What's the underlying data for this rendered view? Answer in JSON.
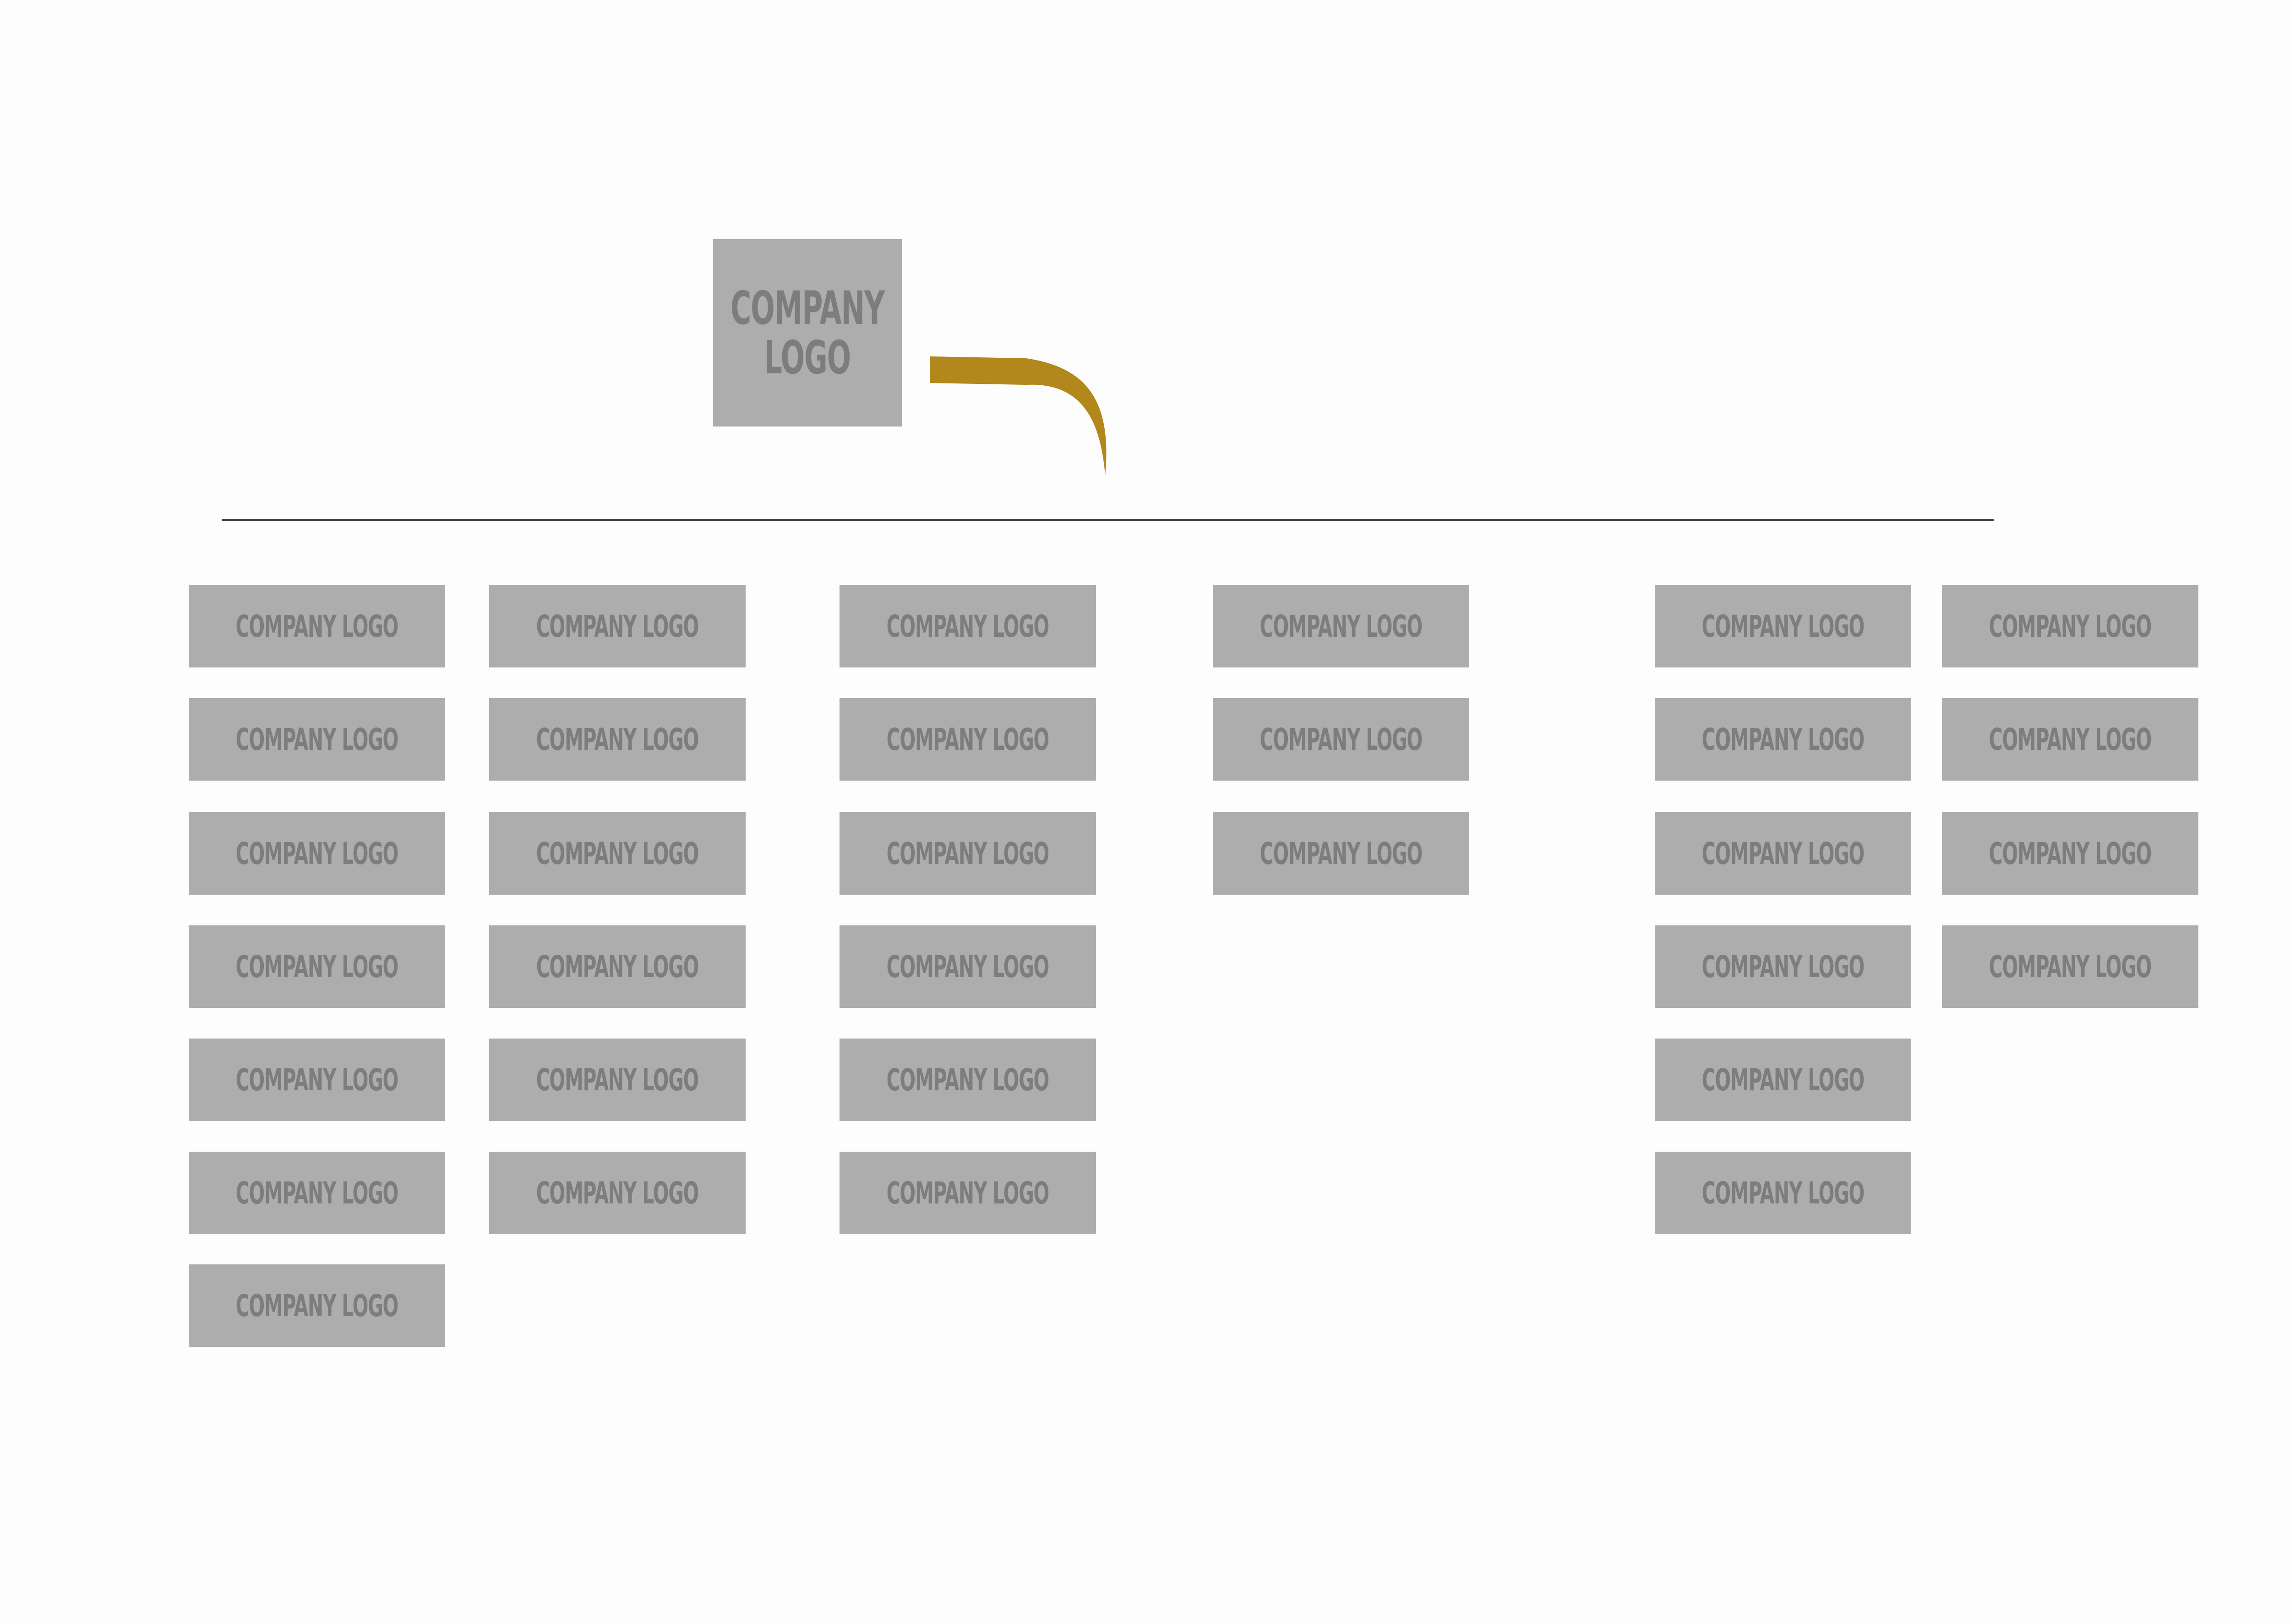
{
  "colors": {
    "background": "#fdfdfd",
    "box_fill": "#adadad",
    "box_text": "#7d7d7d",
    "accent": "#b2871b",
    "divider": "#4a4a4a"
  },
  "top_logo": {
    "label": "COMPANY\nLOGO"
  },
  "columns": [
    {
      "items": [
        "COMPANY LOGO",
        "COMPANY LOGO",
        "COMPANY LOGO",
        "COMPANY LOGO",
        "COMPANY LOGO",
        "COMPANY LOGO",
        "COMPANY LOGO"
      ]
    },
    {
      "items": [
        "COMPANY LOGO",
        "COMPANY LOGO",
        "COMPANY LOGO",
        "COMPANY LOGO",
        "COMPANY LOGO",
        "COMPANY LOGO"
      ]
    },
    {
      "items": [
        "COMPANY LOGO",
        "COMPANY LOGO",
        "COMPANY LOGO",
        "COMPANY LOGO",
        "COMPANY LOGO",
        "COMPANY LOGO"
      ]
    },
    {
      "items": [
        "COMPANY LOGO",
        "COMPANY LOGO",
        "COMPANY LOGO"
      ]
    },
    {
      "items": [
        "COMPANY LOGO",
        "COMPANY LOGO",
        "COMPANY LOGO",
        "COMPANY LOGO",
        "COMPANY LOGO",
        "COMPANY LOGO"
      ]
    },
    {
      "items": [
        "COMPANY LOGO",
        "COMPANY LOGO",
        "COMPANY LOGO",
        "COMPANY LOGO"
      ]
    }
  ]
}
